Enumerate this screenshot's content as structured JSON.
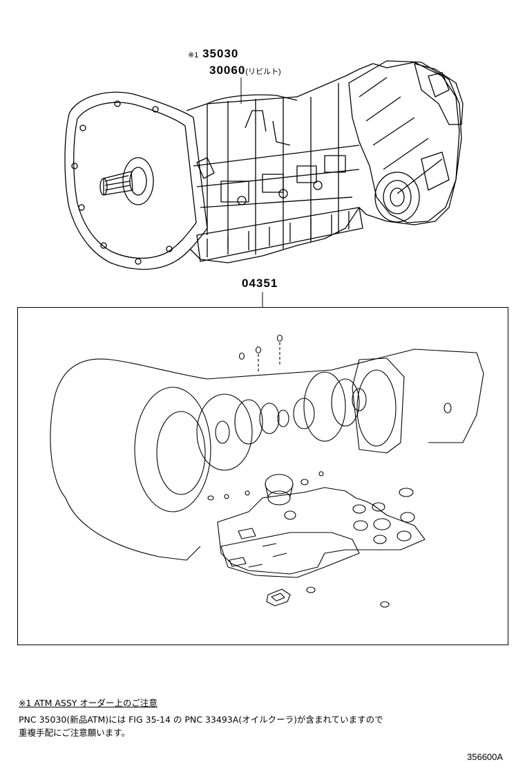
{
  "callouts": {
    "marker": "※1",
    "part_primary": "35030",
    "part_rebuilt": "30060",
    "rebuilt_suffix": "(リビルト)",
    "gasket_kit": "04351"
  },
  "note": {
    "title": "※1 ATM ASSY オーダー上のご注意",
    "line1": "PNC 35030(新品ATM)には FIG 35-14 の PNC 33493A(オイルクーラ)が含まれていますので",
    "line2": "重複手配にご注意願います。"
  },
  "diagram_code": "356600A"
}
